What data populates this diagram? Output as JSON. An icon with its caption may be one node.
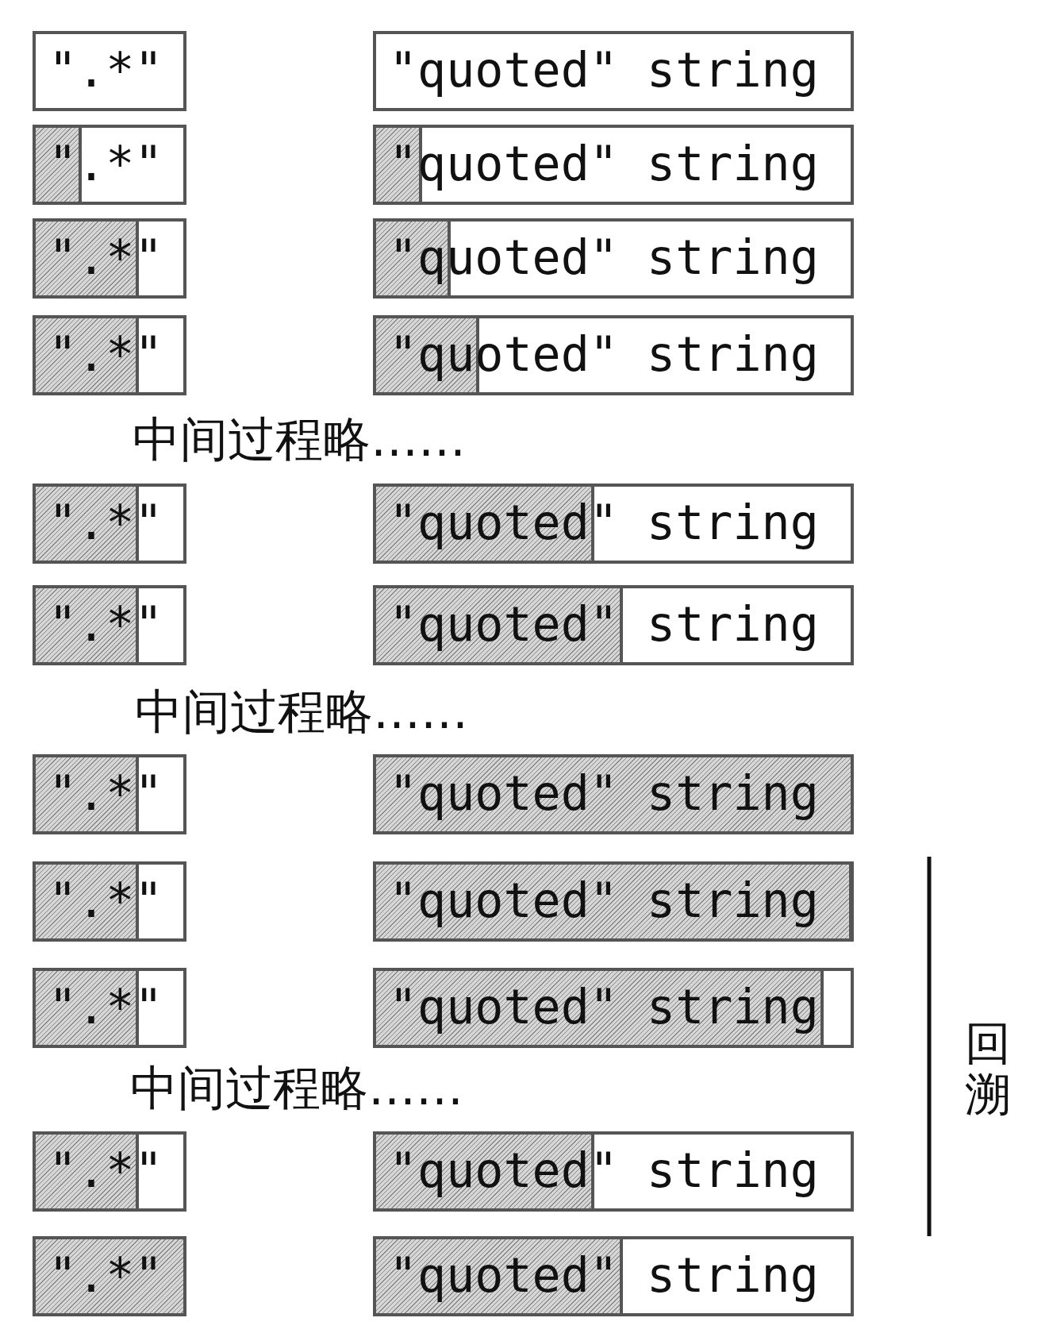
{
  "diagram": {
    "nodes": [
      {
        "text": [
          "\".*\""
        ]
      },
      {
        "text": [
          "\"quoted\" string"
        ]
      },
      {
        "text": [
          "\".*\""
        ]
      },
      {
        "text": [
          "\"quoted\" string"
        ]
      },
      {
        "text": [
          "\".*\""
        ]
      },
      {
        "text": [
          "\"quoted\" string"
        ]
      },
      {
        "text": [
          "\".*\""
        ]
      },
      {
        "text": [
          "\"quoted\" string"
        ]
      },
      {
        "text": [
          "\".*\""
        ]
      },
      {
        "text": [
          "\"quoted\" string"
        ]
      },
      {
        "text": [
          "\".*\""
        ]
      },
      {
        "text": [
          "\"quoted\" string"
        ]
      },
      {
        "text": [
          "\".*\""
        ]
      },
      {
        "text": [
          "\"quoted\" string"
        ]
      },
      {
        "text": [
          "\".*\""
        ]
      },
      {
        "text": [
          "\"quoted\" string"
        ]
      },
      {
        "text": [
          "\".*\""
        ]
      },
      {
        "text": [
          "\"quoted\" string"
        ]
      },
      {
        "text": [
          "\".*\""
        ]
      },
      {
        "text": [
          "\"quoted\" string"
        ]
      },
      {
        "text": [
          "\".*\""
        ]
      },
      {
        "text": [
          "\"quoted\" string"
        ]
      }
    ],
    "labels": [
      "中间过程略……",
      "中间过程略……",
      "中间过程略……",
      "回溯"
    ]
  }
}
